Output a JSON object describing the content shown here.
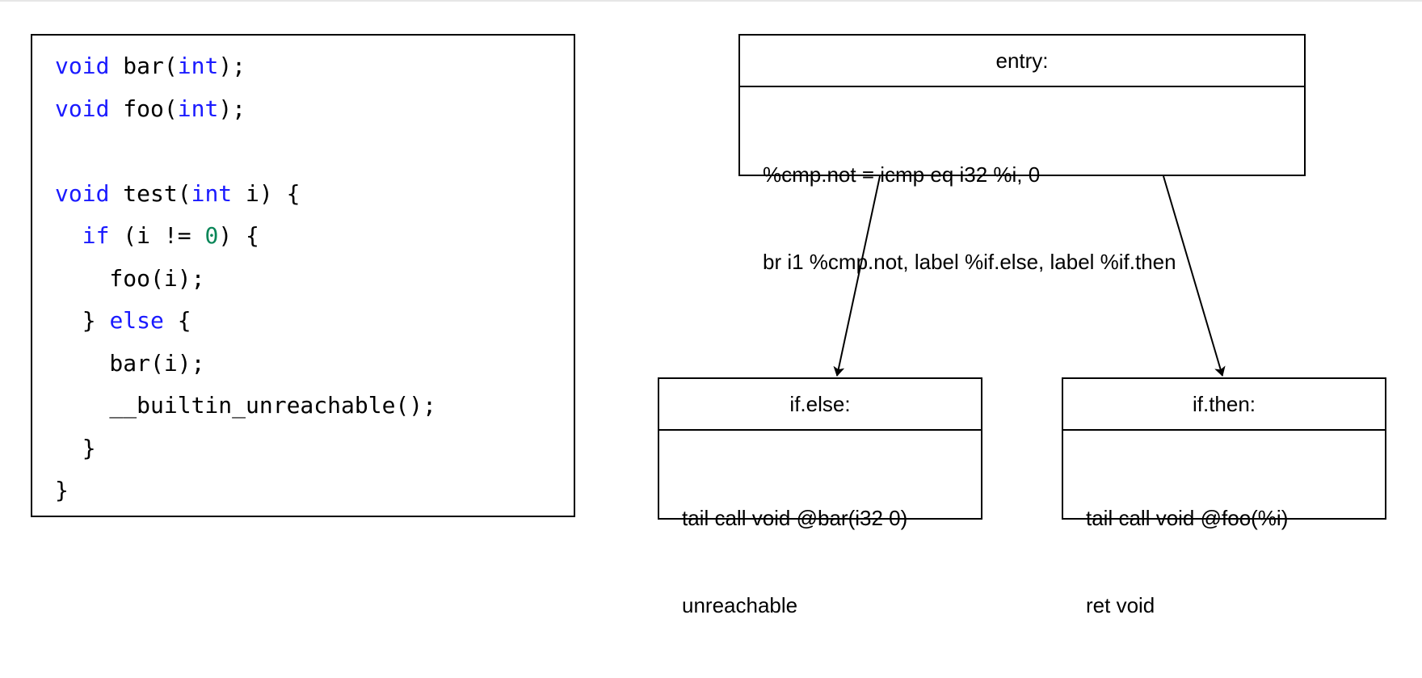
{
  "source_code": {
    "lines": [
      [
        {
          "t": "void",
          "c": "kw"
        },
        {
          "t": " bar("
        },
        {
          "t": "int",
          "c": "kw"
        },
        {
          "t": ");"
        }
      ],
      [
        {
          "t": "void",
          "c": "kw"
        },
        {
          "t": " foo("
        },
        {
          "t": "int",
          "c": "kw"
        },
        {
          "t": ");"
        }
      ],
      [
        {
          "t": ""
        }
      ],
      [
        {
          "t": "void",
          "c": "kw"
        },
        {
          "t": " test("
        },
        {
          "t": "int",
          "c": "kw"
        },
        {
          "t": " i) {"
        }
      ],
      [
        {
          "t": "  "
        },
        {
          "t": "if",
          "c": "kw"
        },
        {
          "t": " (i != "
        },
        {
          "t": "0",
          "c": "num"
        },
        {
          "t": ") {"
        }
      ],
      [
        {
          "t": "    foo(i);"
        }
      ],
      [
        {
          "t": "  } "
        },
        {
          "t": "else",
          "c": "kw"
        },
        {
          "t": " {"
        }
      ],
      [
        {
          "t": "    bar(i);"
        }
      ],
      [
        {
          "t": "    __builtin_unreachable();"
        }
      ],
      [
        {
          "t": "  }"
        }
      ],
      [
        {
          "t": "}"
        }
      ]
    ],
    "colors": {
      "kw": "#1a1aff",
      "num": "#098658",
      "text": "#000000"
    }
  },
  "cfg": {
    "entry": {
      "label": "entry:",
      "lines": [
        "%cmp.not = icmp eq i32 %i, 0",
        "br i1 %cmp.not, label %if.else, label %if.then"
      ]
    },
    "if_else": {
      "label": "if.else:",
      "lines": [
        "tail call void @bar(i32 0)",
        "unreachable"
      ]
    },
    "if_then": {
      "label": "if.then:",
      "lines": [
        "tail call void @foo(%i)",
        "ret void"
      ]
    },
    "edges": [
      {
        "from": "entry",
        "to": "if_else"
      },
      {
        "from": "entry",
        "to": "if_then"
      }
    ]
  }
}
